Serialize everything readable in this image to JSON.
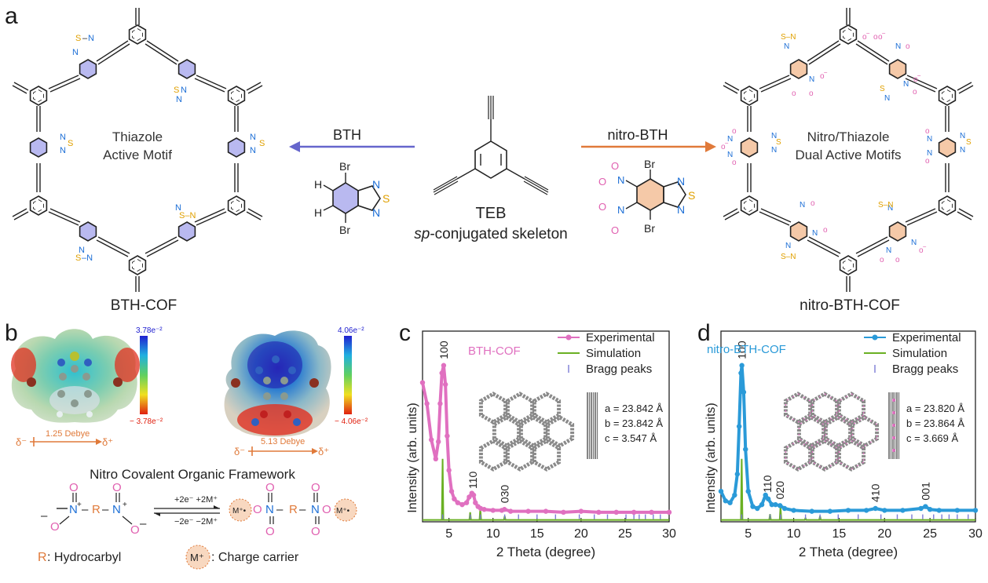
{
  "panel_labels": {
    "a": "a",
    "b": "b",
    "c": "c",
    "d": "d"
  },
  "panel_a": {
    "left_cof": {
      "center_line1": "Thiazole",
      "center_line2": "Active Motif",
      "name": "BTH-COF"
    },
    "right_cof": {
      "center_line1": "Nitro/Thiazole",
      "center_line2": "Dual Active Motifs",
      "name": "nitro-BTH-COF"
    },
    "arrow_left_label": "BTH",
    "arrow_right_label": "nitro-BTH",
    "teb_label": "TEB",
    "teb_sub_italic": "sp",
    "teb_sub_rest": "-conjugated skeleton",
    "atoms": {
      "br": "Br",
      "h": "H",
      "n": "N",
      "s": "S",
      "o": "O"
    },
    "colors": {
      "bth": "#6666cc",
      "bth_fill": "#b9b9f0",
      "nitro": "#e07a3a",
      "nitro_fill": "#f5c9a8",
      "oxygen": "#e060b0",
      "nitrogen": "#1d6fd6",
      "sulfur": "#e0a000"
    }
  },
  "panel_b": {
    "esp_left": {
      "max": "3.78e⁻²",
      "min": "− 3.78e⁻²",
      "dipole": "1.25 Debye",
      "delta_minus": "δ⁻",
      "delta_plus": "δ⁺"
    },
    "esp_right": {
      "max": "4.06e⁻²",
      "min": "− 4.06e⁻²",
      "dipole": "5.13 Debye",
      "delta_minus": "δ⁻",
      "delta_plus": "δ⁺"
    },
    "title": "Nitro Covalent Organic Framework",
    "reaction_top": "+2e⁻  +2M⁺",
    "reaction_bottom": "−2e⁻  −2M⁺",
    "r_label": "R",
    "m_label": "M⁺",
    "m_radical": "M⁺•",
    "legend_r_symbol": "R",
    "legend_r_text": ": Hydrocarbyl",
    "legend_m_symbol": "M⁺",
    "legend_m_text": ": Charge carrier"
  },
  "chart_data": [
    {
      "type": "line",
      "panel": "c",
      "title": "BTH-COF",
      "xlabel": "2 Theta (degree)",
      "ylabel": "Intensity (arb. units)",
      "xlim": [
        2,
        30
      ],
      "xticks": [
        5,
        10,
        15,
        20,
        25,
        30
      ],
      "legend": [
        "Experimental",
        "Simulation",
        "Bragg peaks"
      ],
      "legend_position": "top-right",
      "peak_labels": [
        {
          "x": 4.4,
          "label": "100"
        },
        {
          "x": 7.7,
          "label": "110"
        },
        {
          "x": 11.3,
          "label": "030"
        }
      ],
      "lattice": [
        "a = 23.842 Å",
        "b = 23.842 Å",
        "c = 3.547 Å"
      ],
      "series": [
        {
          "name": "Experimental",
          "color": "#e070c0",
          "x": [
            2,
            2.5,
            3,
            3.5,
            3.8,
            4.0,
            4.2,
            4.4,
            4.6,
            4.8,
            5.0,
            5.3,
            5.6,
            6.0,
            6.5,
            7.0,
            7.3,
            7.6,
            7.8,
            8.0,
            8.3,
            8.6,
            9,
            10,
            11,
            11.3,
            12,
            14,
            16,
            18,
            20,
            22,
            24,
            26,
            28,
            30
          ],
          "y": [
            0.73,
            0.62,
            0.43,
            0.33,
            0.42,
            0.62,
            0.78,
            0.82,
            0.72,
            0.45,
            0.27,
            0.16,
            0.12,
            0.1,
            0.09,
            0.1,
            0.13,
            0.15,
            0.14,
            0.1,
            0.08,
            0.07,
            0.065,
            0.06,
            0.06,
            0.065,
            0.055,
            0.055,
            0.055,
            0.05,
            0.055,
            0.05,
            0.05,
            0.05,
            0.05,
            0.05
          ]
        },
        {
          "name": "Simulation",
          "color": "#6ab023",
          "peaks": [
            {
              "x": 4.28,
              "h": 0.33
            },
            {
              "x": 7.41,
              "h": 0.05
            },
            {
              "x": 8.56,
              "h": 0.07
            },
            {
              "x": 11.33,
              "h": 0.03
            },
            {
              "x": 12.9,
              "h": 0.01
            },
            {
              "x": 15.0,
              "h": 0.008
            },
            {
              "x": 25.1,
              "h": 0.01
            }
          ]
        },
        {
          "name": "Bragg peaks",
          "color": "#7b7bd6",
          "x": [
            4.28,
            7.41,
            8.56,
            11.33,
            12.9,
            15.0,
            17.1,
            19.8,
            21.5,
            23.0,
            25.1,
            26.0,
            26.6,
            27.3,
            28.2,
            29.0
          ]
        }
      ]
    },
    {
      "type": "line",
      "panel": "d",
      "title": "nitro-BTH-COF",
      "xlabel": "2 Theta (degree)",
      "ylabel": "Intensity (arb. units)",
      "xlim": [
        2,
        30
      ],
      "xticks": [
        5,
        10,
        15,
        20,
        25,
        30
      ],
      "legend": [
        "Experimental",
        "Simulation",
        "Bragg peaks"
      ],
      "legend_position": "top-right",
      "peak_labels": [
        {
          "x": 4.3,
          "label": "100"
        },
        {
          "x": 7.1,
          "label": "110"
        },
        {
          "x": 8.5,
          "label": "020"
        },
        {
          "x": 19.0,
          "label": "410"
        },
        {
          "x": 24.5,
          "label": "001"
        }
      ],
      "lattice": [
        "a = 23.820 Å",
        "b = 23.864 Å",
        "c = 3.669 Å"
      ],
      "series": [
        {
          "name": "Experimental",
          "color": "#2a9ad8",
          "x": [
            2,
            2.5,
            3,
            3.5,
            3.8,
            4.0,
            4.2,
            4.3,
            4.5,
            4.7,
            5.0,
            5.5,
            6.0,
            6.5,
            6.9,
            7.2,
            7.6,
            8.0,
            8.5,
            9,
            10,
            12,
            14,
            16,
            18,
            19,
            20,
            22,
            24,
            24.5,
            25,
            26,
            28,
            30
          ],
          "y": [
            0.16,
            0.11,
            0.1,
            0.14,
            0.25,
            0.5,
            0.78,
            0.82,
            0.68,
            0.38,
            0.16,
            0.08,
            0.07,
            0.09,
            0.14,
            0.12,
            0.09,
            0.09,
            0.085,
            0.07,
            0.06,
            0.055,
            0.055,
            0.06,
            0.06,
            0.07,
            0.06,
            0.06,
            0.07,
            0.08,
            0.065,
            0.06,
            0.06,
            0.06
          ]
        },
        {
          "name": "Simulation",
          "color": "#6ab023",
          "peaks": [
            {
              "x": 4.28,
              "h": 0.33
            },
            {
              "x": 7.4,
              "h": 0.04
            },
            {
              "x": 8.55,
              "h": 0.08
            },
            {
              "x": 11.3,
              "h": 0.02
            },
            {
              "x": 12.9,
              "h": 0.03
            },
            {
              "x": 24.2,
              "h": 0.01
            }
          ]
        },
        {
          "name": "Bragg peaks",
          "color": "#7b7bd6",
          "x": [
            4.28,
            7.4,
            8.55,
            11.3,
            12.9,
            14.9,
            17.1,
            19.6,
            21.4,
            23.0,
            24.2,
            25.4,
            26.3,
            27.1,
            28.0,
            29.2
          ]
        }
      ]
    }
  ]
}
